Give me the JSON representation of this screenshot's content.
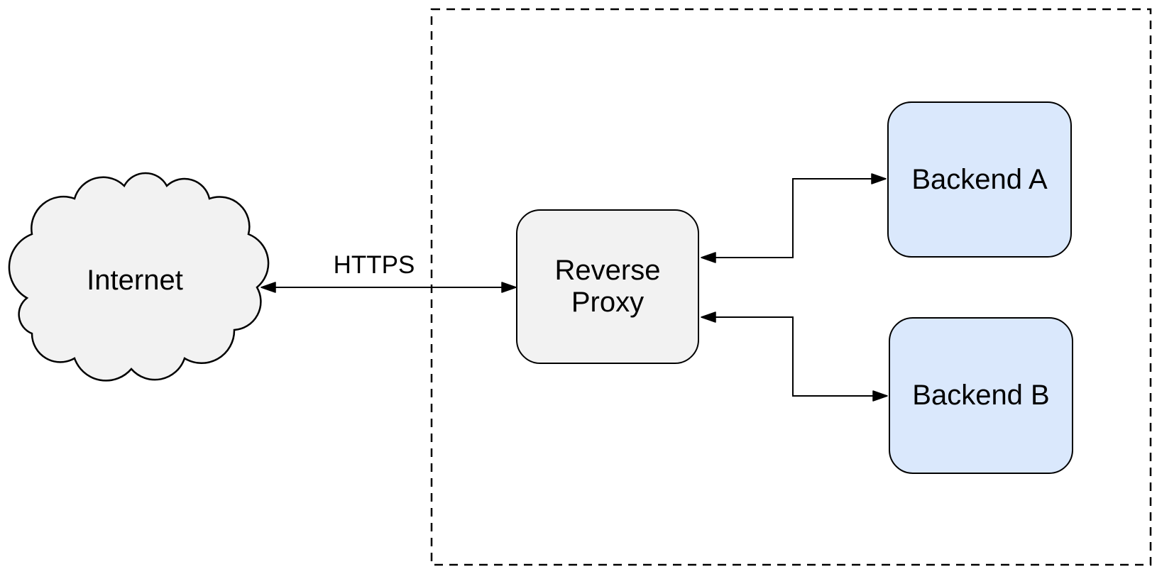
{
  "diagram": {
    "nodes": {
      "internet": {
        "label": "Internet",
        "shape": "cloud",
        "fill": "#f2f2f2"
      },
      "reverse_proxy": {
        "label": "Reverse Proxy",
        "shape": "rounded-rect",
        "fill": "#f2f2f2"
      },
      "backend_a": {
        "label": "Backend A",
        "shape": "rounded-rect",
        "fill": "#dae8fc"
      },
      "backend_b": {
        "label": "Backend B",
        "shape": "rounded-rect",
        "fill": "#dae8fc"
      }
    },
    "edges": {
      "https": {
        "label": "HTTPS",
        "from": "internet",
        "to": "reverse_proxy",
        "arrows": "both"
      },
      "proxy_backend_a": {
        "label": "",
        "from": "reverse_proxy",
        "to": "backend_a",
        "arrows": "both"
      },
      "proxy_backend_b": {
        "label": "",
        "from": "reverse_proxy",
        "to": "backend_b",
        "arrows": "both"
      }
    },
    "boundary": {
      "style": "dashed",
      "stroke": "#000000"
    },
    "colors": {
      "background": "#ffffff",
      "stroke": "#000000",
      "text": "#000000",
      "node_gray": "#f2f2f2",
      "node_blue": "#dae8fc"
    }
  }
}
